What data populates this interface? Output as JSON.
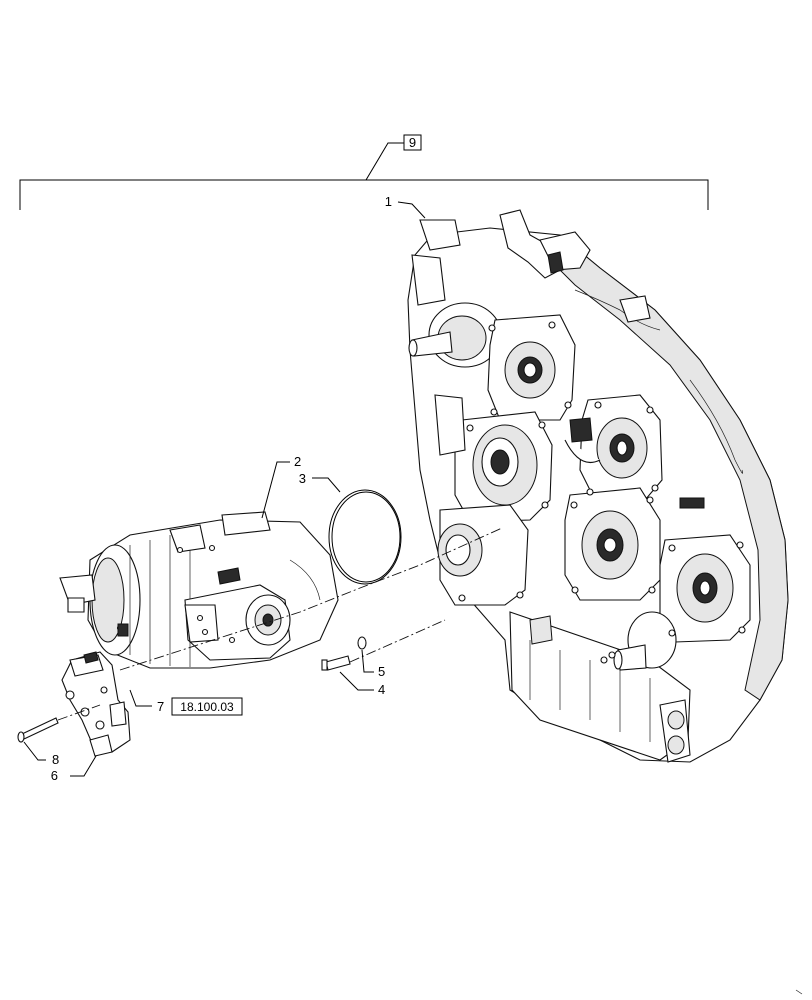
{
  "diagram": {
    "group_ref": "9",
    "callouts": {
      "c1": "1",
      "c2": "2",
      "c3": "3",
      "c4": "4",
      "c5": "5",
      "c6": "6",
      "c7": "7",
      "c8": "8"
    },
    "reference_box": "18.100.03"
  }
}
